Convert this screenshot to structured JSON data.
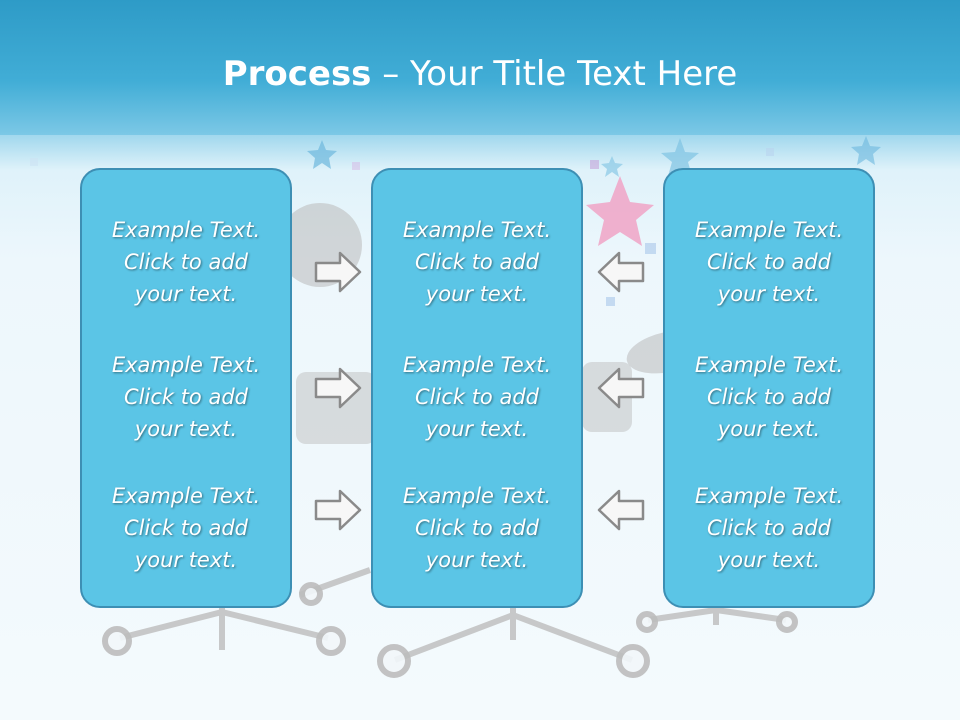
{
  "slide": {
    "title_bold": "Process",
    "title_rest": " – Your Title Text Here"
  },
  "columns": [
    {
      "items": [
        {
          "lines": [
            "Example Text.",
            "Click  to add",
            "your text."
          ]
        },
        {
          "lines": [
            "Example Text.",
            "Click  to add",
            "your text."
          ]
        },
        {
          "lines": [
            "Example Text.",
            "Click  to add",
            "your text."
          ]
        }
      ]
    },
    {
      "items": [
        {
          "lines": [
            "Example Text.",
            "Click  to add",
            "your text."
          ]
        },
        {
          "lines": [
            "Example Text.",
            "Click  to add",
            "your text."
          ]
        },
        {
          "lines": [
            "Example Text.",
            "Click  to add",
            "your text."
          ]
        }
      ]
    },
    {
      "items": [
        {
          "lines": [
            "Example Text.",
            "Click  to add",
            "your text."
          ]
        },
        {
          "lines": [
            "Example Text.",
            "Click  to add",
            "your text."
          ]
        },
        {
          "lines": [
            "Example Text.",
            "Click  to add",
            "your text."
          ]
        }
      ]
    }
  ],
  "arrows": {
    "left_to_mid": "right-arrow-icon",
    "right_to_mid": "left-arrow-icon"
  },
  "colors": {
    "header": "#41add6",
    "box_fill": "#5bc5e6",
    "box_border": "#3d8fb4",
    "text": "#ffffff"
  }
}
